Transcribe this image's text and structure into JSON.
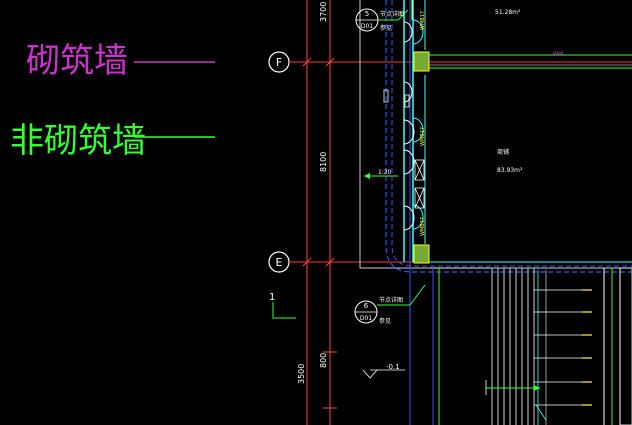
{
  "legend": {
    "masonry_wall_label": "砌筑墙",
    "non_masonry_wall_label": "非砌筑墙"
  },
  "grid_axes": {
    "axis_f": "F",
    "axis_e": "E"
  },
  "dimensions": {
    "dim_top": "3700",
    "dim_mid": "8100",
    "dim_bottom": "3500",
    "dim_small": "800"
  },
  "callouts": {
    "callout_top_number": "5",
    "callout_top_sheet": "D01",
    "callout_top_text_a": "节点详图",
    "callout_top_text_b": "参见",
    "callout_bottom_number": "6",
    "callout_bottom_sheet": "D01",
    "callout_bottom_text_a": "节点详图",
    "callout_bottom_text_b": "参见"
  },
  "room_labels": {
    "area_top": "51.28m²",
    "room_name": "商铺",
    "room_area": "83.93m²",
    "small_tag": "MMM",
    "window_tag_a": "WMB17",
    "window_tag_b": "WMB17",
    "window_tag_c": "WMB17"
  },
  "annotations": {
    "slope_label": "1:20",
    "level_label": "-0.1",
    "section_mark": "1"
  },
  "colors": {
    "background": "#000000",
    "masonry": "#cc33cc",
    "non_masonry": "#33ff33",
    "grid_axis": "#ff3333",
    "wall_cyan": "#33ffff",
    "wall_blue": "#3355ff",
    "window_white": "#ffffff",
    "column_fill": "#77aa33",
    "stair_green": "#33cc66",
    "stair_white": "#ffffff"
  }
}
